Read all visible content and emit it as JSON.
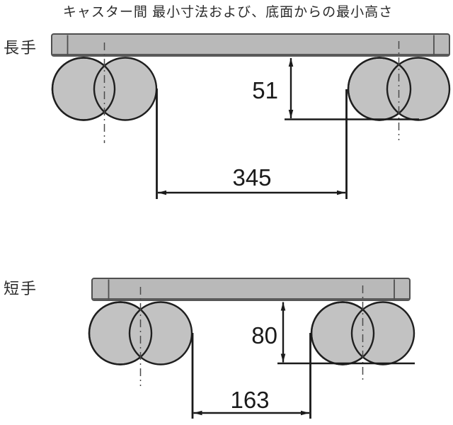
{
  "title": "キャスター間 最小寸法および、底面からの最小高さ",
  "colors": {
    "caster_fill": "#c2c2c2",
    "bar_fill": "#b9b9b9",
    "outline": "#1f1f1f",
    "bar_outline": "#4f4f4f",
    "dimension_line": "#1a1a1a",
    "text": "#2b2b2b"
  },
  "diagrams": {
    "long_side": {
      "label": "長手",
      "min_height_from_floor": "51",
      "min_caster_gap": "345"
    },
    "short_side": {
      "label": "短手",
      "min_height_from_floor": "80",
      "min_caster_gap": "163"
    }
  }
}
